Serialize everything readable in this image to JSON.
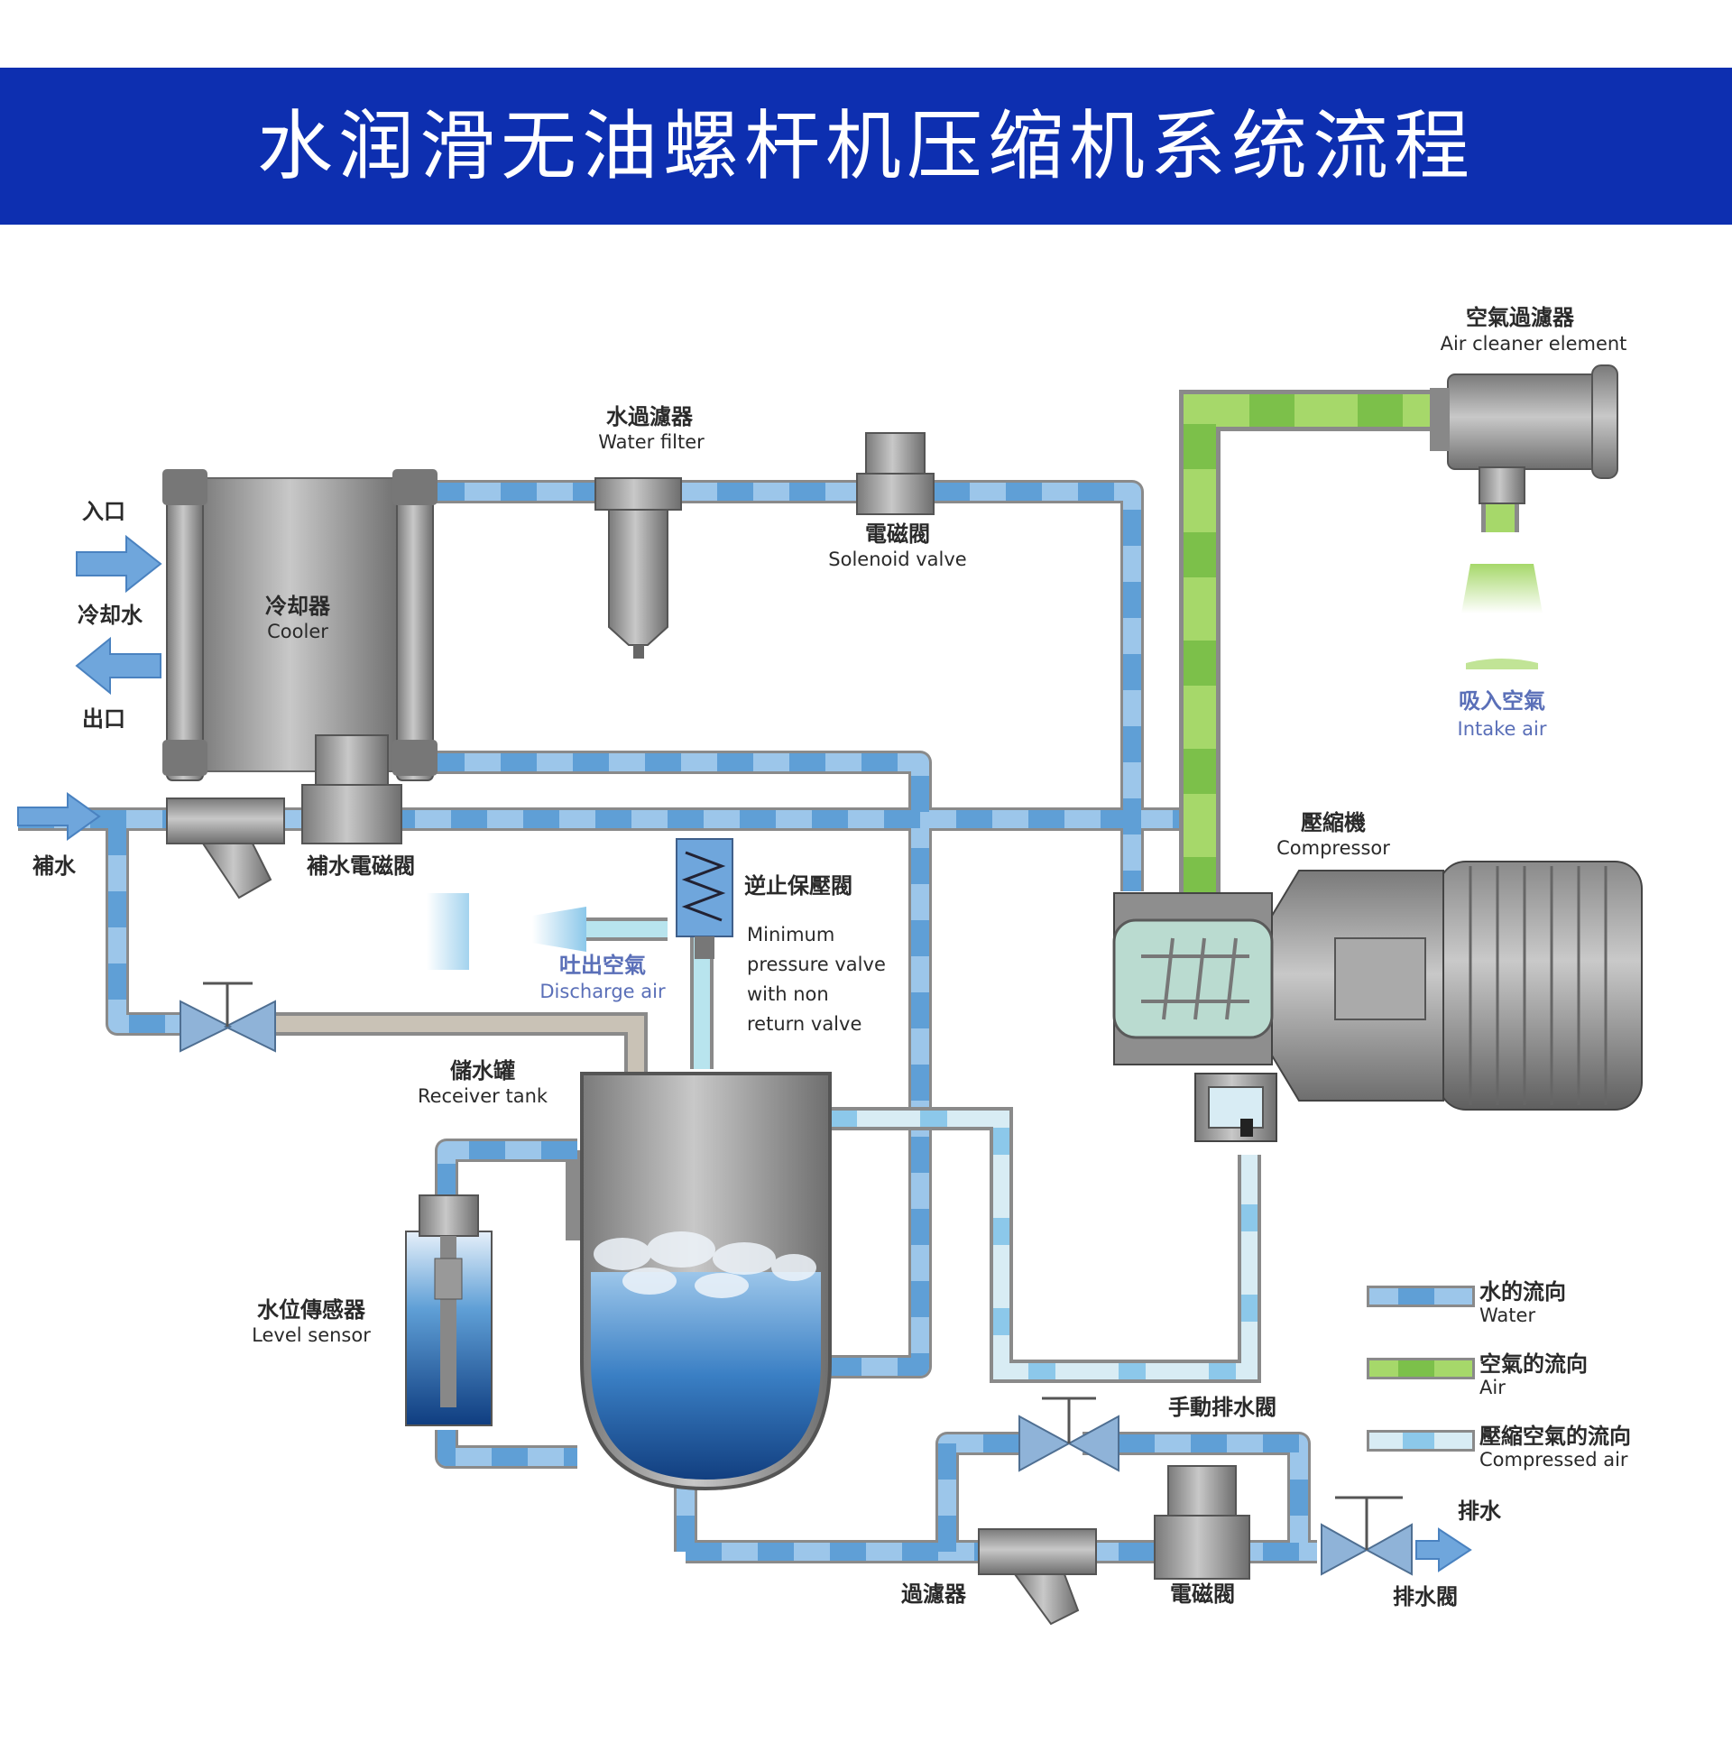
{
  "title": "水润滑无油螺杆机压缩机系统流程",
  "labels": {
    "air_cleaner_cn": "空氣過濾器",
    "air_cleaner_en": "Air cleaner element",
    "water_filter_cn": "水過濾器",
    "water_filter_en": "Water filter",
    "solenoid_cn": "電磁閥",
    "solenoid_en": "Solenoid valve",
    "inlet": "入口",
    "cooling_water": "冷却水",
    "outlet": "出口",
    "cooler_cn": "冷却器",
    "cooler_en": "Cooler",
    "makeup_water": "補水",
    "makeup_solenoid": "補水電磁閥",
    "check_valve_cn": "逆止保壓閥",
    "min_pressure_1": "Minimum",
    "min_pressure_2": "pressure valve",
    "min_pressure_3": "with non",
    "min_pressure_4": "return valve",
    "discharge_cn": "吐出空氣",
    "discharge_en": "Discharge air",
    "intake_cn": "吸入空氣",
    "intake_en": "Intake air",
    "compressor_cn": "壓縮機",
    "compressor_en": "Compressor",
    "receiver_cn": "儲水罐",
    "receiver_en": "Receiver tank",
    "level_cn": "水位傳感器",
    "level_en": "Level sensor",
    "manual_drain": "手動排水閥",
    "drain": "排水",
    "drain_valve": "排水閥",
    "filter": "過濾器",
    "solenoid_bottom": "電磁閥"
  },
  "legend": [
    {
      "cn": "水的流向",
      "en": "Water"
    },
    {
      "cn": "空氣的流向",
      "en": "Air"
    },
    {
      "cn": "壓縮空氣的流向",
      "en": "Compressed air"
    }
  ],
  "colors": {
    "banner": "#0d2fb0",
    "water_pipe": "#9cc6ea",
    "water_dash": "#5f9fd6",
    "air_pipe": "#a6d86a",
    "compressed_pipe": "#d8ecf4",
    "equipment": "#9a9a9a",
    "tank_water": "#2a6fb8"
  }
}
